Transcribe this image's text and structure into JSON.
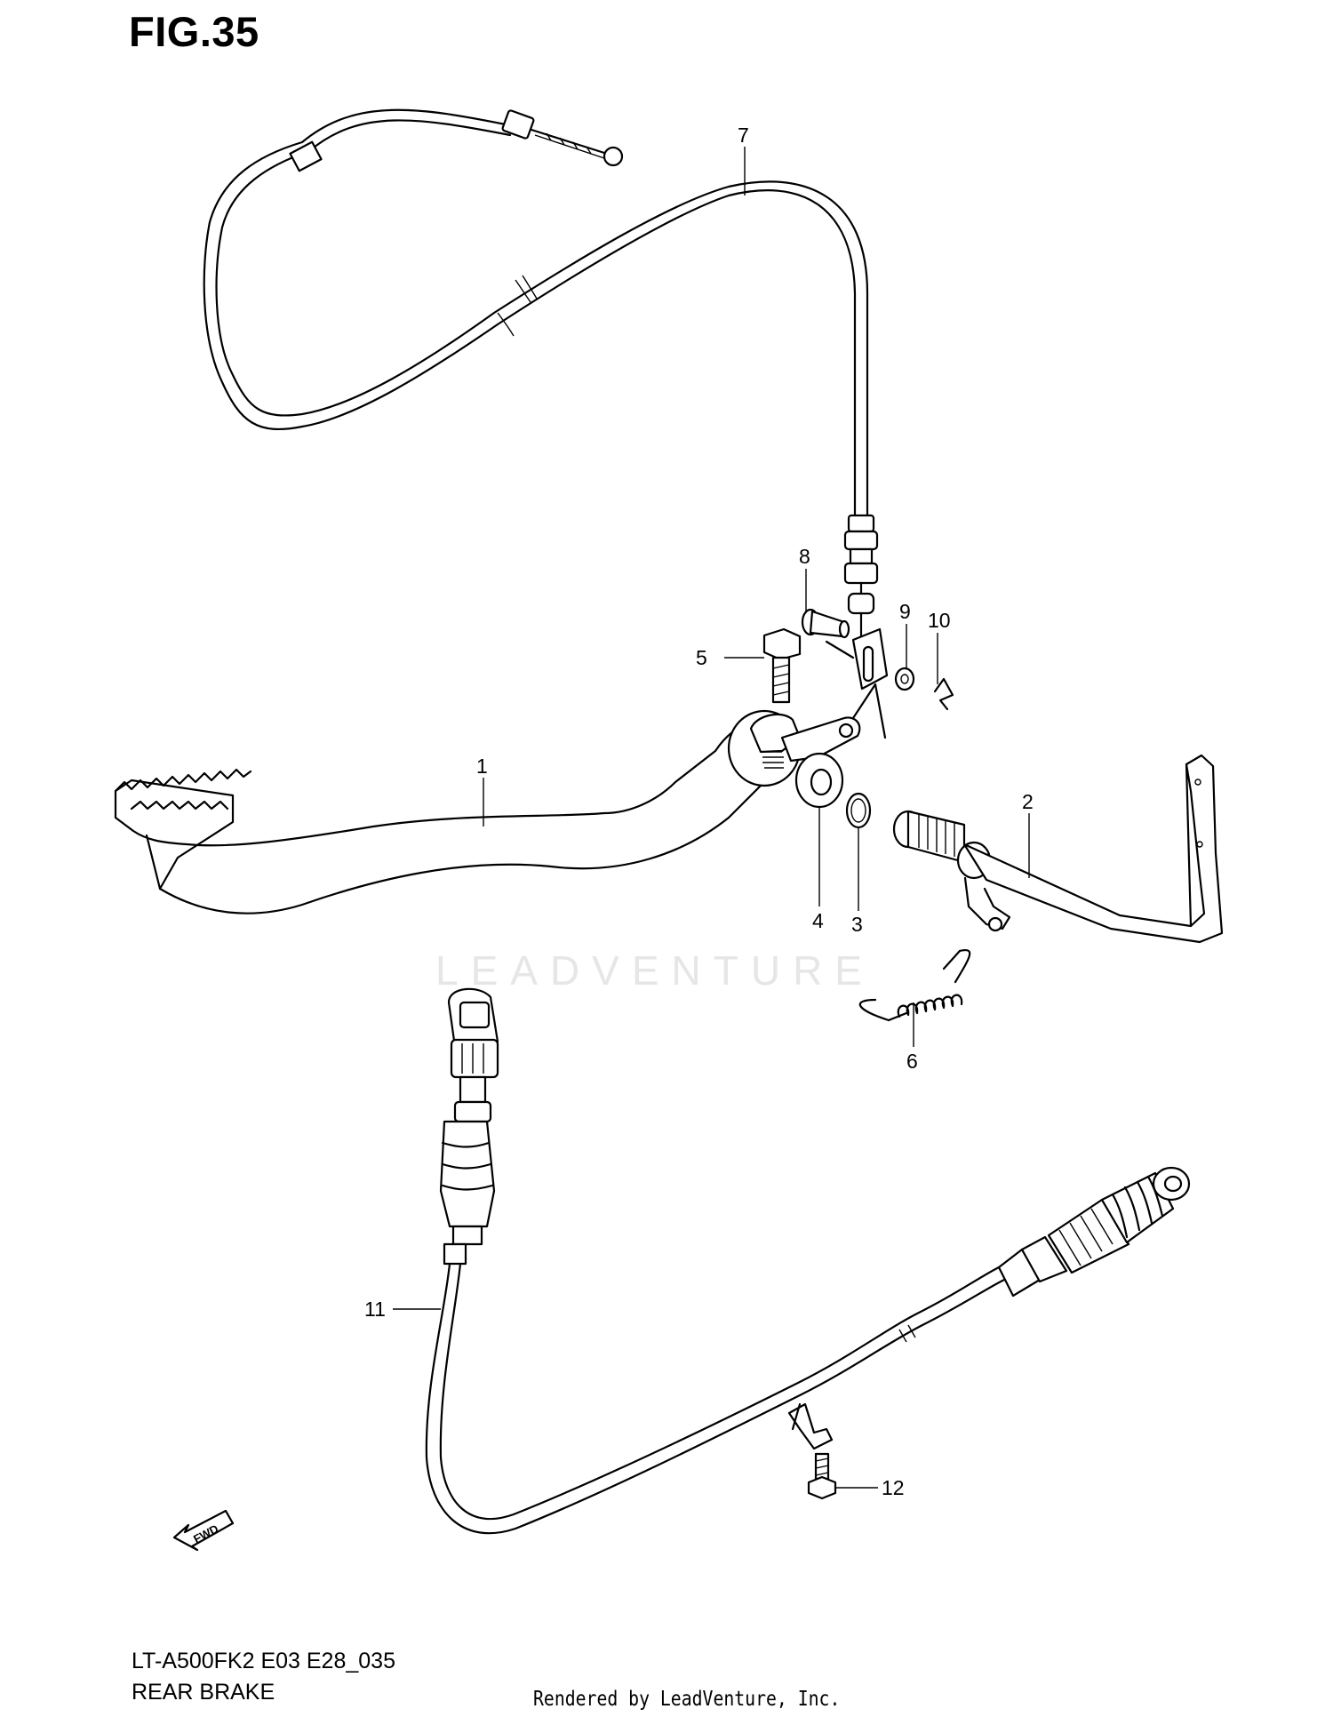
{
  "figure": {
    "title": "FIG.35",
    "model_code": "LT-A500FK2 E03 E28_035",
    "section_name": "REAR BRAKE",
    "credit": "Rendered by LeadVenture, Inc.",
    "watermark": "LEADVENTURE"
  },
  "callouts": [
    "1",
    "2",
    "3",
    "4",
    "5",
    "6",
    "7",
    "8",
    "9",
    "10",
    "11",
    "12"
  ],
  "fwd_label": "FWD",
  "colors": {
    "line": "#000000",
    "background": "#ffffff",
    "watermark": "#e6e6e6"
  }
}
